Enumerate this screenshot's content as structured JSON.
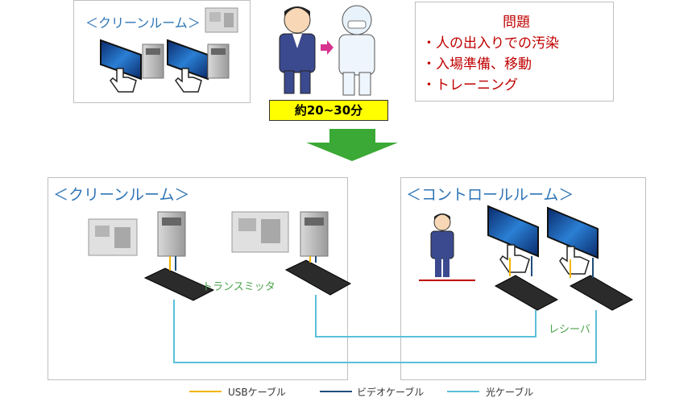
{
  "top": {
    "cleanroom_title": "＜クリーンルーム＞",
    "time_badge": "約20~30分",
    "problems": {
      "title": "問題",
      "items": [
        "・人の出入りでの汚染",
        "・入場準備、移動",
        "・トレーニング"
      ]
    }
  },
  "bottom": {
    "cleanroom_title": "＜クリーンルーム＞",
    "control_title": "＜コントロールルーム＞",
    "transmitter_label": "トランスミッタ",
    "receiver_label": "レシーバ"
  },
  "legend": [
    {
      "label": "USBケーブル",
      "color": "#f2b600"
    },
    {
      "label": "ビデオケーブル",
      "color": "#1f4e79"
    },
    {
      "label": "光ケーブル",
      "color": "#5bc0d8"
    }
  ],
  "colors": {
    "arrow": "#3aa935",
    "badge": "#ffff00",
    "suit_arrow": "#d6338f",
    "title_blue": "#2e75b6",
    "problem_red": "#c00000",
    "label_green": "#4aa34a"
  }
}
